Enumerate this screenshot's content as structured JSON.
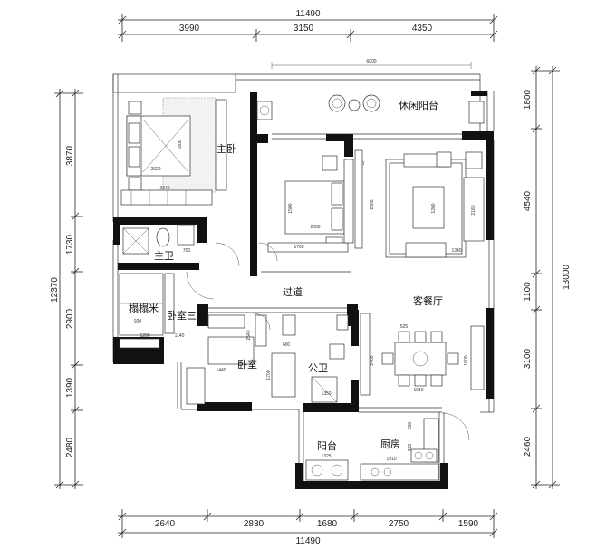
{
  "dimensions": {
    "top_total": "11490",
    "top_segments": [
      "3990",
      "3150",
      "4350"
    ],
    "bottom_total": "11490",
    "bottom_segments": [
      "2640",
      "2830",
      "1680",
      "2750",
      "1590"
    ],
    "left_total": "12370",
    "left_segments": [
      "3870",
      "1730",
      "2900",
      "1390",
      "2480"
    ],
    "right_total": "13000",
    "right_segments": [
      "1800",
      "4540",
      "1100",
      "3100",
      "2460"
    ]
  },
  "rooms": {
    "master_bedroom": "主卧",
    "leisure_balcony": "休闲阳台",
    "master_bath": "主卫",
    "tatami": "榻榻米",
    "bedroom_three": "卧室三",
    "corridor": "过道",
    "living_dining": "客餐厅",
    "bedroom": "卧室",
    "public_bath": "公卫",
    "balcony": "阳台",
    "kitchen": "厨房"
  },
  "annotations": {
    "balcony_width": "6000",
    "master_bed_width": "1800",
    "master_bed_length": "2020",
    "master_room_width": "2640",
    "bed_width": "1500",
    "bed_length": "2000",
    "wardrobe_width": "1700",
    "tv_wall": "2300",
    "sofa_length": "2180",
    "sofa_table": "1200",
    "living_width": "1340",
    "bath_width": "700",
    "tatami_width": "920",
    "tatami_length": "1200",
    "bedroom_desk": "1440",
    "bathroom_width": "1350",
    "dining_width": "2400",
    "balcony_counter": "1325",
    "kitchen_counter": "1910",
    "misc_600": "600",
    "misc_500": "500",
    "misc_1800": "1800",
    "misc_350": "350",
    "misc_525": "525",
    "misc_1140": "1140",
    "misc_2540": "2540",
    "misc_1700": "1700",
    "misc_650": "650",
    "misc_955": "955",
    "misc_1010": "1010"
  }
}
